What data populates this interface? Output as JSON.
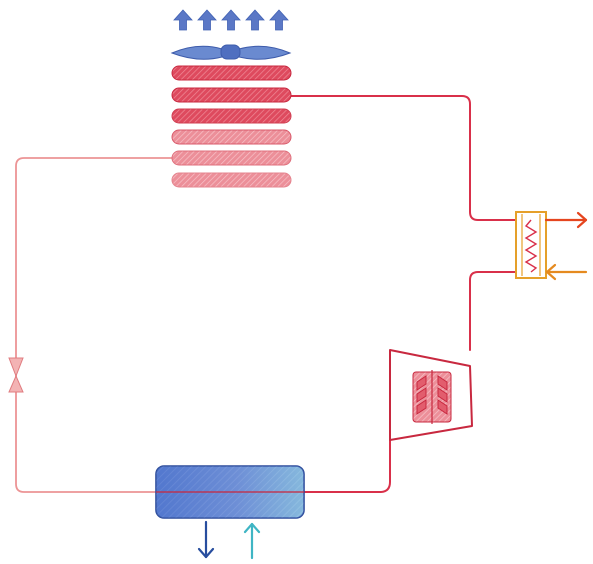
{
  "diagram": {
    "type": "refrigeration-cycle",
    "components": [
      {
        "id": "fan",
        "icon": "fan-icon"
      },
      {
        "id": "condenser",
        "icon": "condenser-coil-icon"
      },
      {
        "id": "expansion-valve",
        "icon": "expansion-valve-icon"
      },
      {
        "id": "evaporator",
        "icon": "evaporator-icon"
      },
      {
        "id": "compressor",
        "icon": "compressor-icon"
      },
      {
        "id": "heat-exchanger",
        "icon": "heat-exchanger-icon"
      }
    ],
    "colors": {
      "hot": "#d9304a",
      "hot_light": "#ec8f90",
      "cool": "#4e73c9",
      "cool_dark": "#274d9e",
      "cyan": "#3fb5c4",
      "orange": "#e58a1f",
      "red_out": "#e5451f"
    }
  }
}
